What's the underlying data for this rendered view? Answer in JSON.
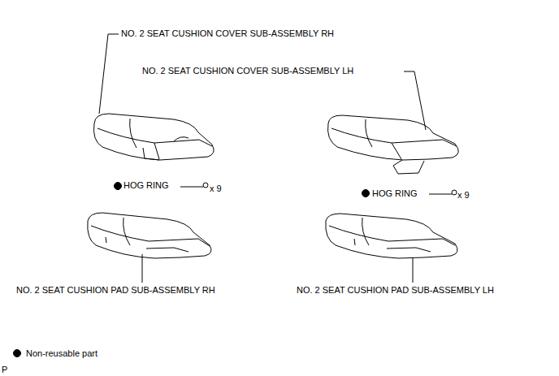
{
  "diagram": {
    "labels": [
      "NO. 2 SEAT CUSHION COVER SUB-ASSEMBLY RH",
      "NO. 2 SEAT CUSHION COVER SUB-ASSEMBLY LH",
      "HOG RING",
      "x 9",
      "HOG RING",
      "x 9",
      "NO. 2 SEAT CUSHION PAD SUB-ASSEMBLY RH",
      "NO. 2 SEAT CUSHION PAD SUB-ASSEMBLY LH",
      "P"
    ],
    "legend": [
      {
        "text": "Non-reusable part"
      }
    ]
  }
}
